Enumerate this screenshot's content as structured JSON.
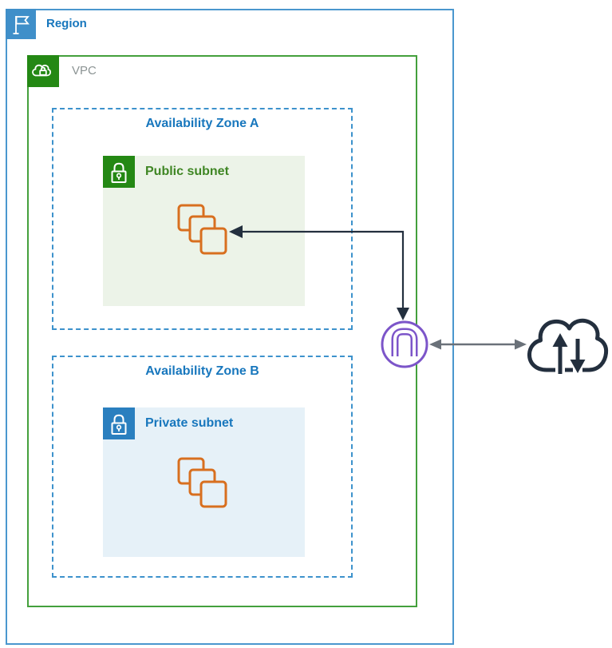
{
  "diagram": {
    "region": {
      "label": "Region",
      "icon": "flag-icon",
      "color": "#1877BD",
      "border_color": "#4A97CE"
    },
    "vpc": {
      "label": "VPC",
      "icon": "vpc-cloud-lock-icon",
      "color": "#8C9494",
      "border_color": "#44A03C",
      "icon_color": "#248814"
    },
    "availability_zones": [
      {
        "label": "Availability Zone A",
        "border_style": "dashed",
        "border_color": "#3D92CC"
      },
      {
        "label": "Availability Zone B",
        "border_style": "dashed",
        "border_color": "#3D92CC"
      }
    ],
    "subnets": [
      {
        "label": "Public subnet",
        "zone": "Availability Zone A",
        "icon": "lock-icon",
        "icon_color": "#248814",
        "text_color": "#3F8624",
        "bg_color": "#ECF3E8",
        "contents": "instances"
      },
      {
        "label": "Private subnet",
        "zone": "Availability Zone B",
        "icon": "lock-icon",
        "icon_color": "#2A7FBF",
        "text_color": "#1877BD",
        "bg_color": "#E6F1F8",
        "contents": "instances"
      }
    ],
    "nodes": [
      {
        "name": "internet-gateway",
        "icon": "internet-gateway-icon",
        "color": "#7C55C9",
        "position": "on VPC right border"
      },
      {
        "name": "internet",
        "icon": "internet-cloud-icon",
        "color": "#232F3E",
        "position": "outside region, right"
      }
    ],
    "edges": [
      {
        "from": "internet-gateway",
        "to": "public-subnet-instances",
        "style": "elbow",
        "arrowheads": "both",
        "color": "#232F3E"
      },
      {
        "from": "internet-gateway",
        "to": "internet",
        "style": "straight",
        "arrowheads": "both",
        "color": "#6A7179"
      }
    ],
    "instance_icon_color": "#D86F1F"
  }
}
